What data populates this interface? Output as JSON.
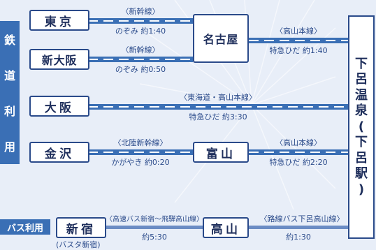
{
  "rail_label": [
    "鉄",
    "道",
    "利",
    "用"
  ],
  "bus_label": "バス利用",
  "destination": [
    "下",
    "呂",
    "温",
    "泉",
    "(",
    "下",
    "呂",
    "駅",
    ")"
  ],
  "stations": {
    "tokyo": "東京",
    "shin_osaka": "新大阪",
    "nagoya": "名古屋",
    "osaka": "大阪",
    "kanazawa": "金沢",
    "toyama": "富山",
    "shinjuku": "新宿",
    "takayama": "高山"
  },
  "shinjuku_sub": "(バスタ新宿)",
  "routes": {
    "tokyo_nagoya": {
      "line": "〈新幹線〉",
      "time": "のぞみ 約1:40"
    },
    "shinosaka_nagoya": {
      "line": "〈新幹線〉",
      "time": "のぞみ 約0:50"
    },
    "nagoya_gero": {
      "line": "〈高山本線〉",
      "time": "特急ひだ 約1:40"
    },
    "osaka_gero": {
      "line": "〈東海道・高山本線〉",
      "time": "特急ひだ 約3:30"
    },
    "kanazawa_toyama": {
      "line": "〈北陸新幹線〉",
      "time": "かがやき 約0:20"
    },
    "toyama_gero": {
      "line": "〈高山本線〉",
      "time": "特急ひだ 約2:20"
    },
    "shinjuku_takayama": {
      "line": "〈高速バス新宿〜飛騨高山線〉",
      "time": "約5:30"
    },
    "takayama_gero": {
      "line": "〈路線バス下呂高山線〉",
      "time": "約1:30"
    }
  }
}
